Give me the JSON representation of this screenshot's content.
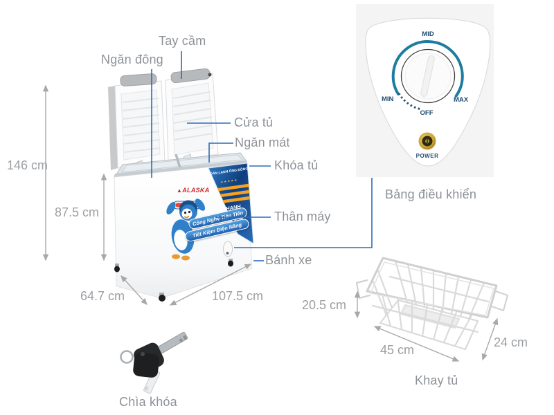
{
  "labels": {
    "tay_cam": "Tay cầm",
    "ngan_dong": "Ngăn đông",
    "cua_tu": "Cửa tủ",
    "ngan_mat": "Ngăn mát",
    "khoa_tu": "Khóa tủ",
    "than_may": "Thân máy",
    "banh_xe": "Bánh xe",
    "bang_dieu_khien": "Bảng điều khiển",
    "khay_tu": "Khay tủ",
    "chia_khoa": "Chìa khóa"
  },
  "dimensions": {
    "total_height": "146 cm",
    "body_height": "87.5 cm",
    "depth": "64.7 cm",
    "width": "107.5 cm",
    "basket_height": "20.5 cm",
    "basket_width": "45 cm",
    "basket_depth": "24 cm"
  },
  "control_panel": {
    "mid": "MID",
    "min": "MIN",
    "max": "MAX",
    "off": "OFF",
    "power": "POWER"
  },
  "branding": {
    "logo_mark": "▲",
    "logo": "ALASKA",
    "banner_title": "DÀN LẠNH ỐNG ĐỒNG",
    "banner_stars": "★★★★★",
    "banner_subtitle": "NHANH LẠNH",
    "ribbon_line1": "Công Nghệ Tiên Tiến",
    "ribbon_line2": "Tiết Kiệm Điện Năng"
  },
  "colors": {
    "connector_blue": "#2d6cb5",
    "label_gray": "#8d9196",
    "dimension_gray": "#9b9fa3",
    "arc_teal": "#1e7d9e",
    "panel_text_navy": "#1d4b72",
    "banner_navy": "#0e3e7e",
    "stripe_orange": "#f6a120",
    "logo_red": "#d2232a"
  }
}
